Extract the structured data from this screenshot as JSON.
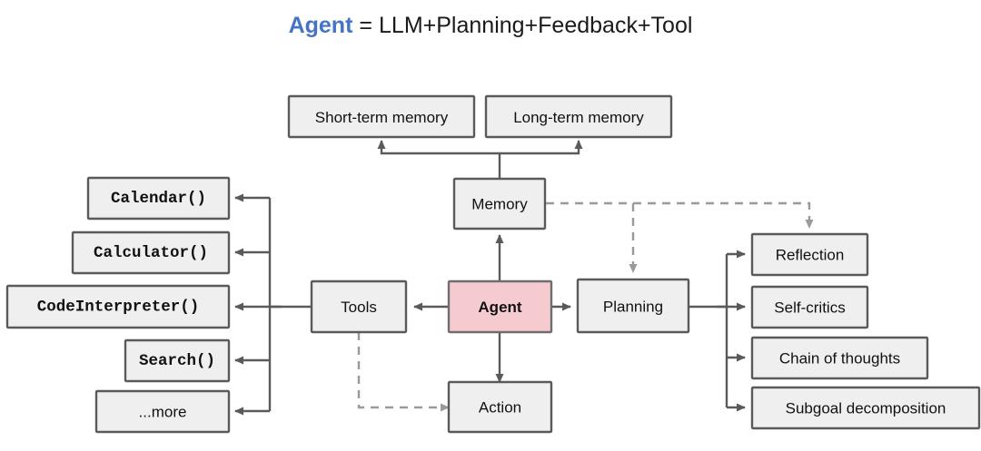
{
  "title": {
    "agent_word": "Agent",
    "equals": "=",
    "formula": "LLM+Planning+Feedback+Tool",
    "accent_color": "#4574C4"
  },
  "diagram": {
    "type": "flowchart",
    "center_node": {
      "label": "Agent",
      "fill": "#F6CBD0",
      "stroke": "#6E6E6E"
    },
    "box_fill": "#EFEFEF",
    "box_stroke": "#5A5A5A",
    "dashed_stroke": "#9A9A9A",
    "nodes": {
      "short_term_memory": "Short-term memory",
      "long_term_memory": "Long-term memory",
      "memory": "Memory",
      "tools": "Tools",
      "agent": "Agent",
      "planning": "Planning",
      "action": "Action",
      "calendar": "Calendar()",
      "calculator": "Calculator()",
      "code_interpreter": "CodeInterpreter()",
      "search": "Search()",
      "more": "...more",
      "reflection": "Reflection",
      "self_critics": "Self-critics",
      "chain_of_thoughts": "Chain of thoughts",
      "subgoal_decomposition": "Subgoal decomposition"
    },
    "tool_list": [
      "Calendar()",
      "Calculator()",
      "CodeInterpreter()",
      "Search()",
      "...more"
    ],
    "planning_list": [
      "Reflection",
      "Self-critics",
      "Chain of thoughts",
      "Subgoal decomposition"
    ],
    "memory_list": [
      "Short-term memory",
      "Long-term memory"
    ],
    "edges": [
      {
        "from": "Agent",
        "to": "Memory",
        "style": "solid"
      },
      {
        "from": "Agent",
        "to": "Tools",
        "style": "solid"
      },
      {
        "from": "Agent",
        "to": "Planning",
        "style": "solid"
      },
      {
        "from": "Agent",
        "to": "Action",
        "style": "solid"
      },
      {
        "from": "Memory",
        "to": "Short-term memory",
        "style": "solid"
      },
      {
        "from": "Memory",
        "to": "Long-term memory",
        "style": "solid"
      },
      {
        "from": "Memory",
        "to": "Planning",
        "style": "dashed"
      },
      {
        "from": "Memory",
        "to": "Reflection",
        "style": "dashed"
      },
      {
        "from": "Tools",
        "to": "Action",
        "style": "dashed"
      },
      {
        "from": "Tools",
        "to": "Calendar()",
        "style": "solid"
      },
      {
        "from": "Tools",
        "to": "Calculator()",
        "style": "solid"
      },
      {
        "from": "Tools",
        "to": "CodeInterpreter()",
        "style": "solid"
      },
      {
        "from": "Tools",
        "to": "Search()",
        "style": "solid"
      },
      {
        "from": "Tools",
        "to": "...more",
        "style": "solid"
      },
      {
        "from": "Planning",
        "to": "Reflection",
        "style": "solid"
      },
      {
        "from": "Planning",
        "to": "Self-critics",
        "style": "solid"
      },
      {
        "from": "Planning",
        "to": "Chain of thoughts",
        "style": "solid"
      },
      {
        "from": "Planning",
        "to": "Subgoal decomposition",
        "style": "solid"
      }
    ]
  }
}
